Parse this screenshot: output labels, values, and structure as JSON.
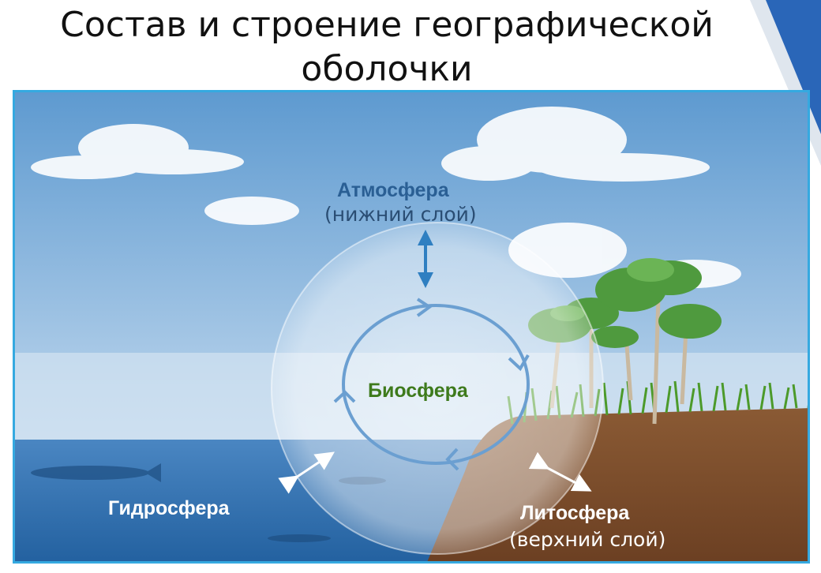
{
  "title": {
    "line1": "Состав и строение географической",
    "line2": "оболочки"
  },
  "diagram": {
    "atmosphere": {
      "label": "Атмосфера",
      "sublabel": "(нижний слой)"
    },
    "biosphere": {
      "label": "Биосфера"
    },
    "hydrosphere": {
      "label": "Гидросфера"
    },
    "lithosphere": {
      "label": "Литосфера",
      "sublabel": "(верхний слой)"
    }
  },
  "colors": {
    "frame": "#35a9e0",
    "sky_top": "#5e9ad0",
    "sea": "#2d6fb0",
    "soil": "#7a4a2a",
    "arrow": "#2f7fc1",
    "biosphere_text": "#3e7a1c",
    "atmosphere_text": "#2a5f94"
  }
}
